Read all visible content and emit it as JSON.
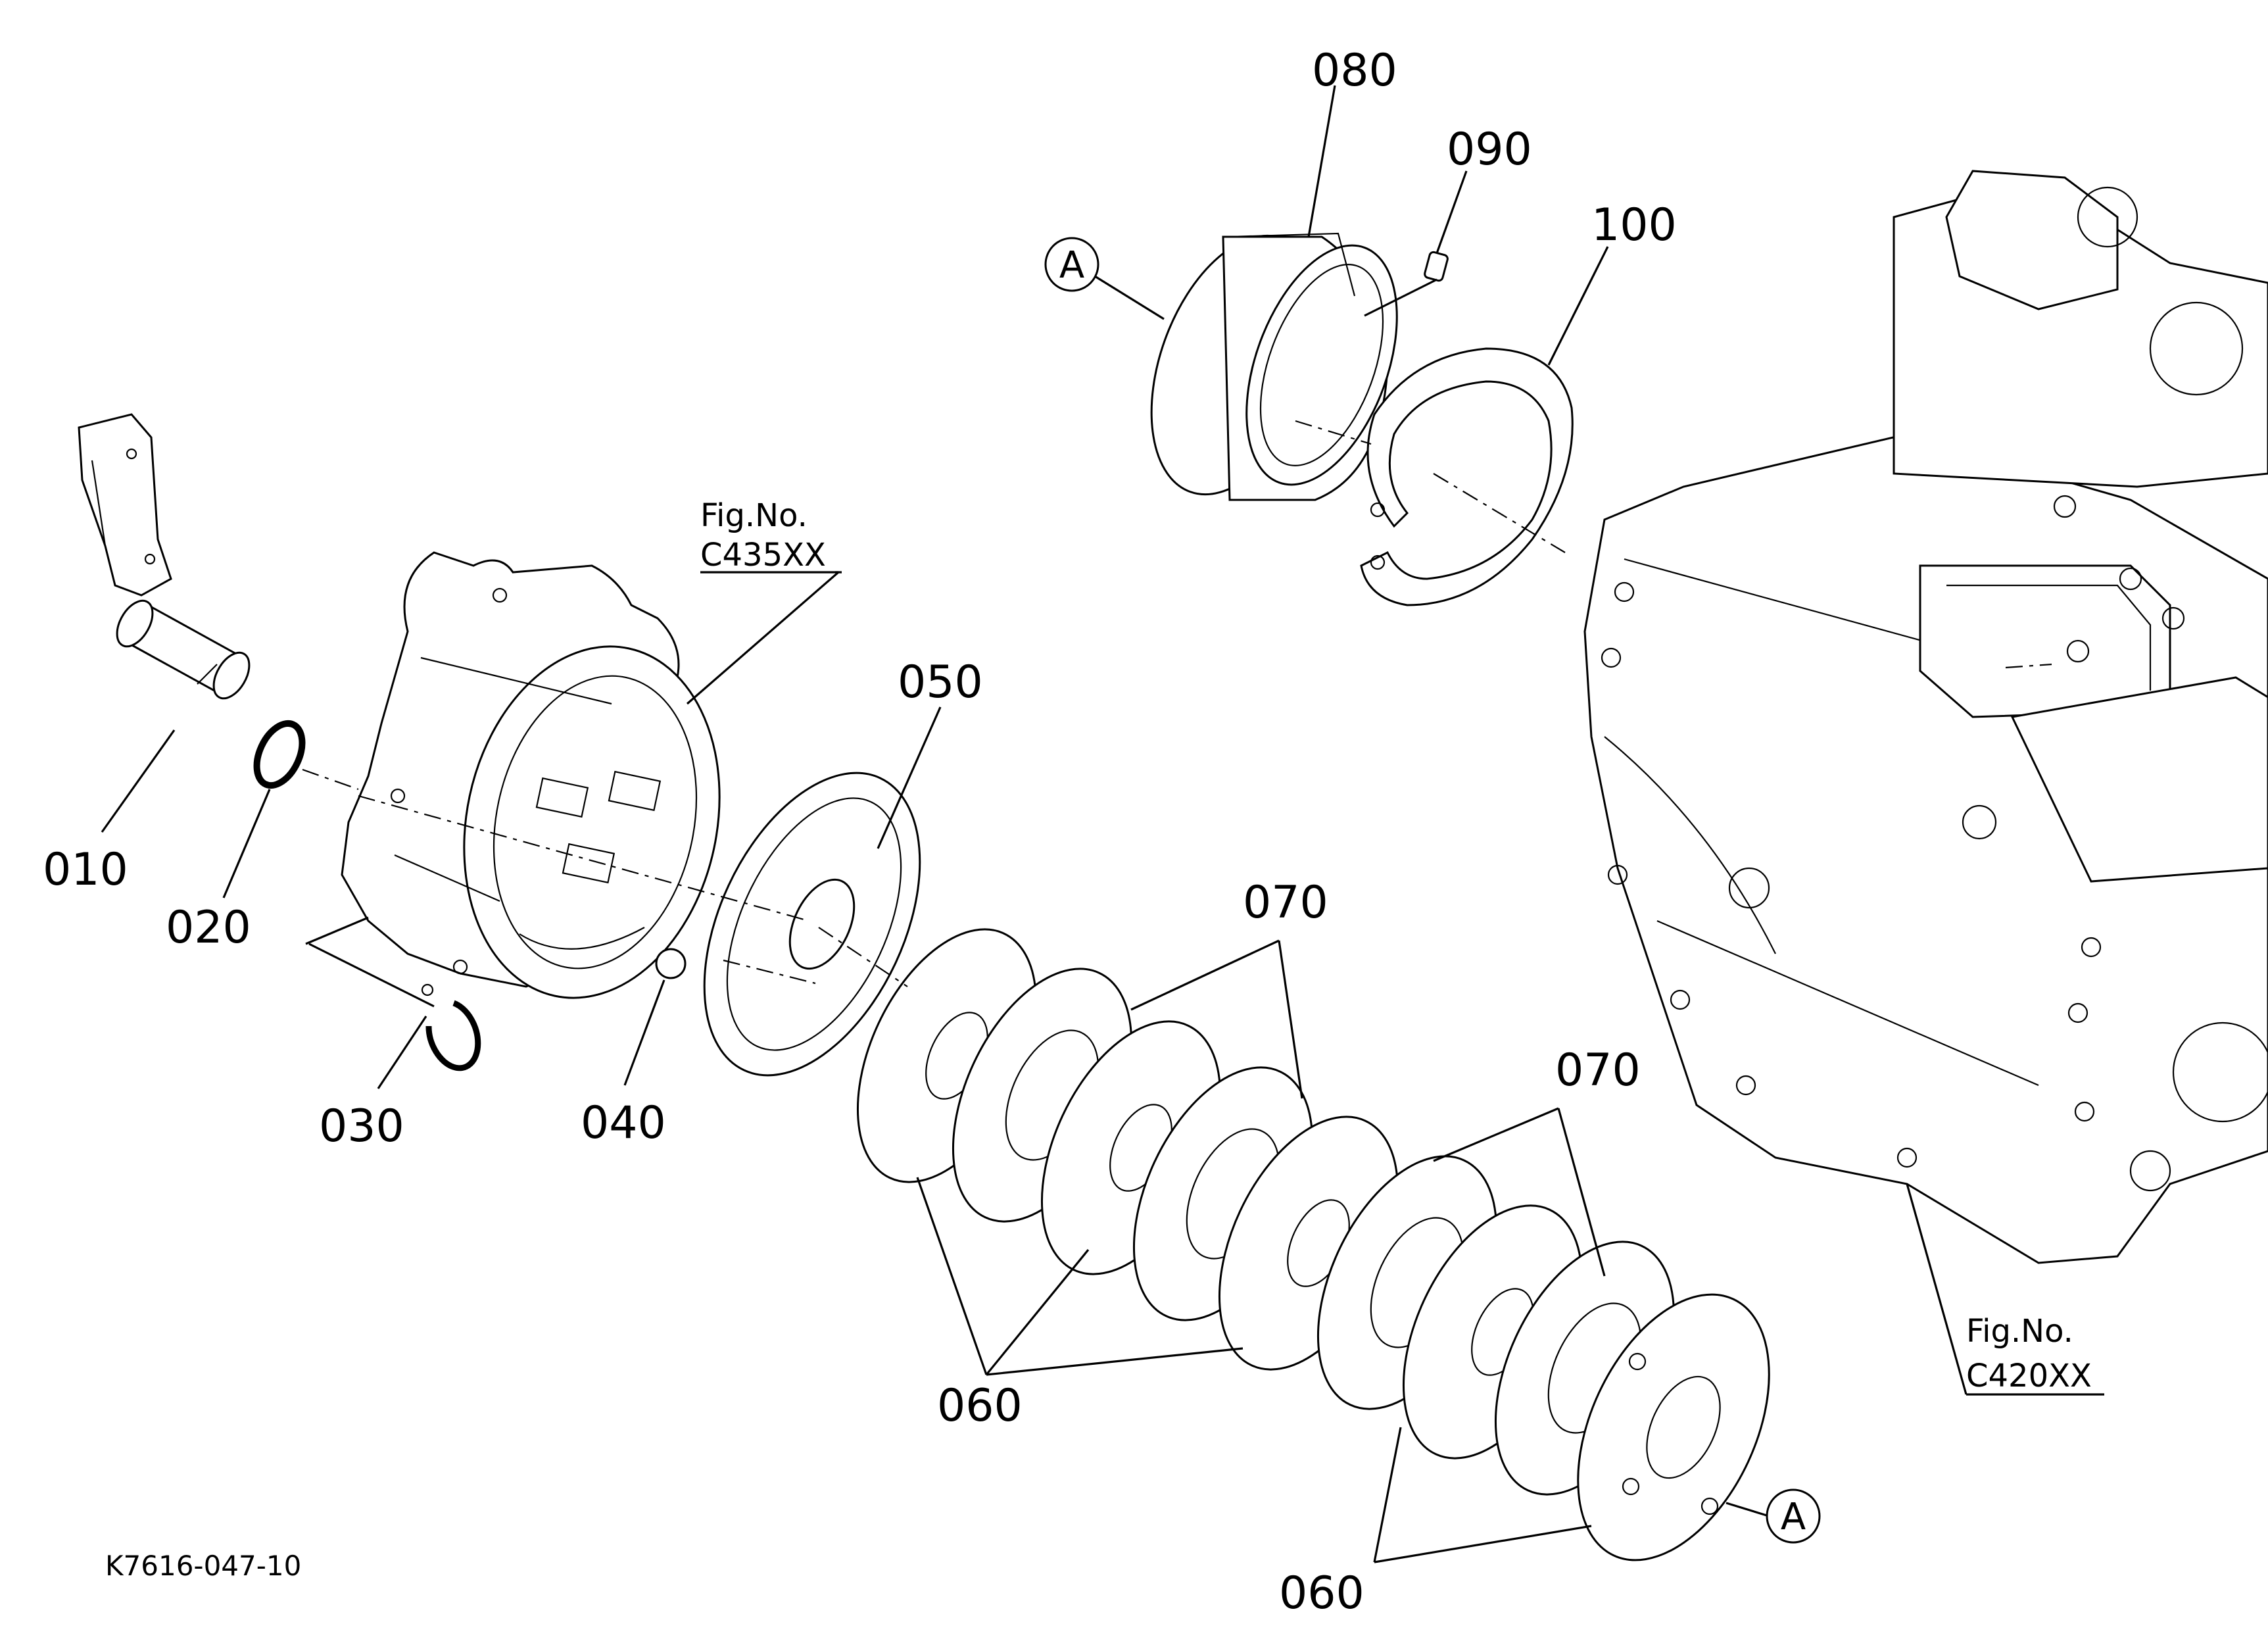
{
  "diagram": {
    "drawing_code": "K7616-047-10",
    "ref_marker": "A",
    "callouts": {
      "p010": "010",
      "p020": "020",
      "p030": "030",
      "p040": "040",
      "p050": "050",
      "p060a": "060",
      "p060b": "060",
      "p070a": "070",
      "p070b": "070",
      "p080": "080",
      "p090": "090",
      "p100": "100"
    },
    "figure_refs": {
      "fig1": {
        "label": "Fig.No.",
        "code": "C435XX"
      },
      "fig2": {
        "label": "Fig.No.",
        "code": "C420XX"
      }
    }
  }
}
